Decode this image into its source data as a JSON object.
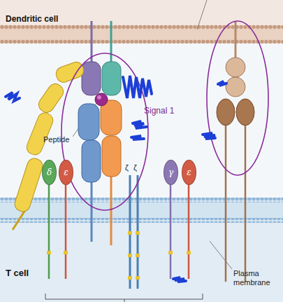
{
  "diagram": {
    "nodes": [
      {
        "text": [
          "δ"
        ]
      },
      {
        "text": [
          "ε"
        ]
      },
      {
        "text": [
          "γ"
        ]
      },
      {
        "text": [
          "ε"
        ]
      }
    ],
    "labels": [
      "Dendritic cell",
      "Signal 1",
      "Peptide",
      "ζ",
      "ζ",
      "Plasma membrane",
      "T cell"
    ]
  }
}
